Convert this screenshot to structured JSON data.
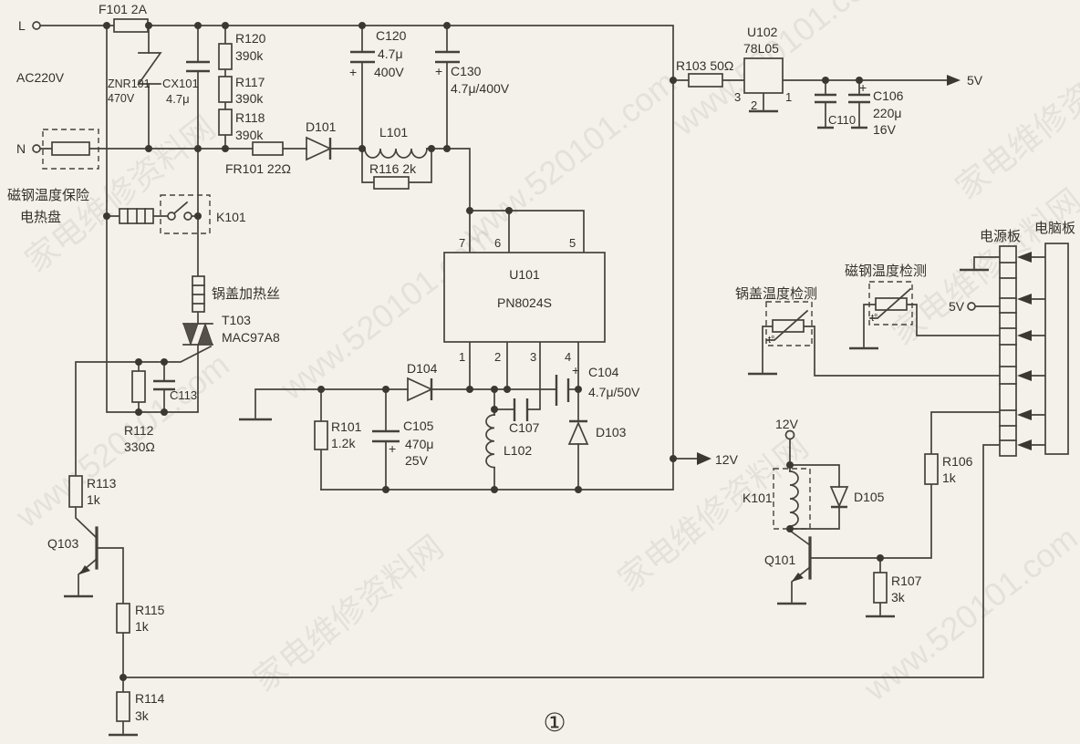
{
  "page": {
    "figure_number": "①"
  },
  "power_input": {
    "live": "L",
    "neutral": "N",
    "voltage": "AC220V"
  },
  "outputs": {
    "five_v": "5V",
    "twelve_v": "12V"
  },
  "annotations": {
    "thermal_fuse": "磁钢温度保险",
    "heat_plate": "电热盘",
    "lid_heater": "锅盖加热丝"
  },
  "sensors": {
    "lid": "锅盖温度检测",
    "magnet": "磁钢温度检测",
    "thermistor": "t°"
  },
  "boards": {
    "power": "电源板",
    "cpu": "电脑板"
  },
  "components": {
    "f101": "F101  2A",
    "znr101": "ZNR101",
    "znr101_value": "470V",
    "cx101": "CX101",
    "cx101_value": "4.7μ",
    "r120": "R120",
    "r120_value": "390k",
    "r117": "R117",
    "r117_value": "390k",
    "r118": "R118",
    "r118_value": "390k",
    "fr101": "FR101  22Ω",
    "d101": "D101",
    "l101": "L101",
    "r116": "R116  2k",
    "c120": "C120",
    "c120_value": "4.7μ",
    "c120_voltage": "400V",
    "c130": "C130",
    "c130_value": "4.7μ/400V",
    "r103": "R103  50Ω",
    "u102": "U102",
    "u102_part": "78L05",
    "u102_pins": [
      "3",
      "2",
      "1"
    ],
    "c110": "C110",
    "c106": "C106",
    "c106_value": "220μ",
    "c106_voltage": "16V",
    "k101_contact": "K101",
    "t103": "T103",
    "t103_part": "MAC97A8",
    "c113": "C113",
    "r112": "R112",
    "r112_value": "330Ω",
    "r113": "R113",
    "r113_value": "1k",
    "q103": "Q103",
    "r115": "R115",
    "r115_value": "1k",
    "r114": "R114",
    "r114_value": "3k",
    "u101": "U101",
    "u101_part": "PN8024S",
    "u101_pins": [
      "7",
      "6",
      "5",
      "1",
      "2",
      "3",
      "4"
    ],
    "d104": "D104",
    "r101": "R101",
    "r101_value": "1.2k",
    "c105": "C105",
    "c105_value": "470μ",
    "c105_voltage": "25V",
    "c107": "C107",
    "l102": "L102",
    "c104": "C104",
    "c104_value": "4.7μ/50V",
    "d103": "D103",
    "k101_coil": "K101",
    "d105": "D105",
    "q101": "Q101",
    "r107": "R107",
    "r107_value": "3k",
    "r106": "R106",
    "r106_value": "1k",
    "plus_sign": "+"
  },
  "watermark": {
    "site_name": "家电维修资料网",
    "url": "www.520101.com"
  }
}
